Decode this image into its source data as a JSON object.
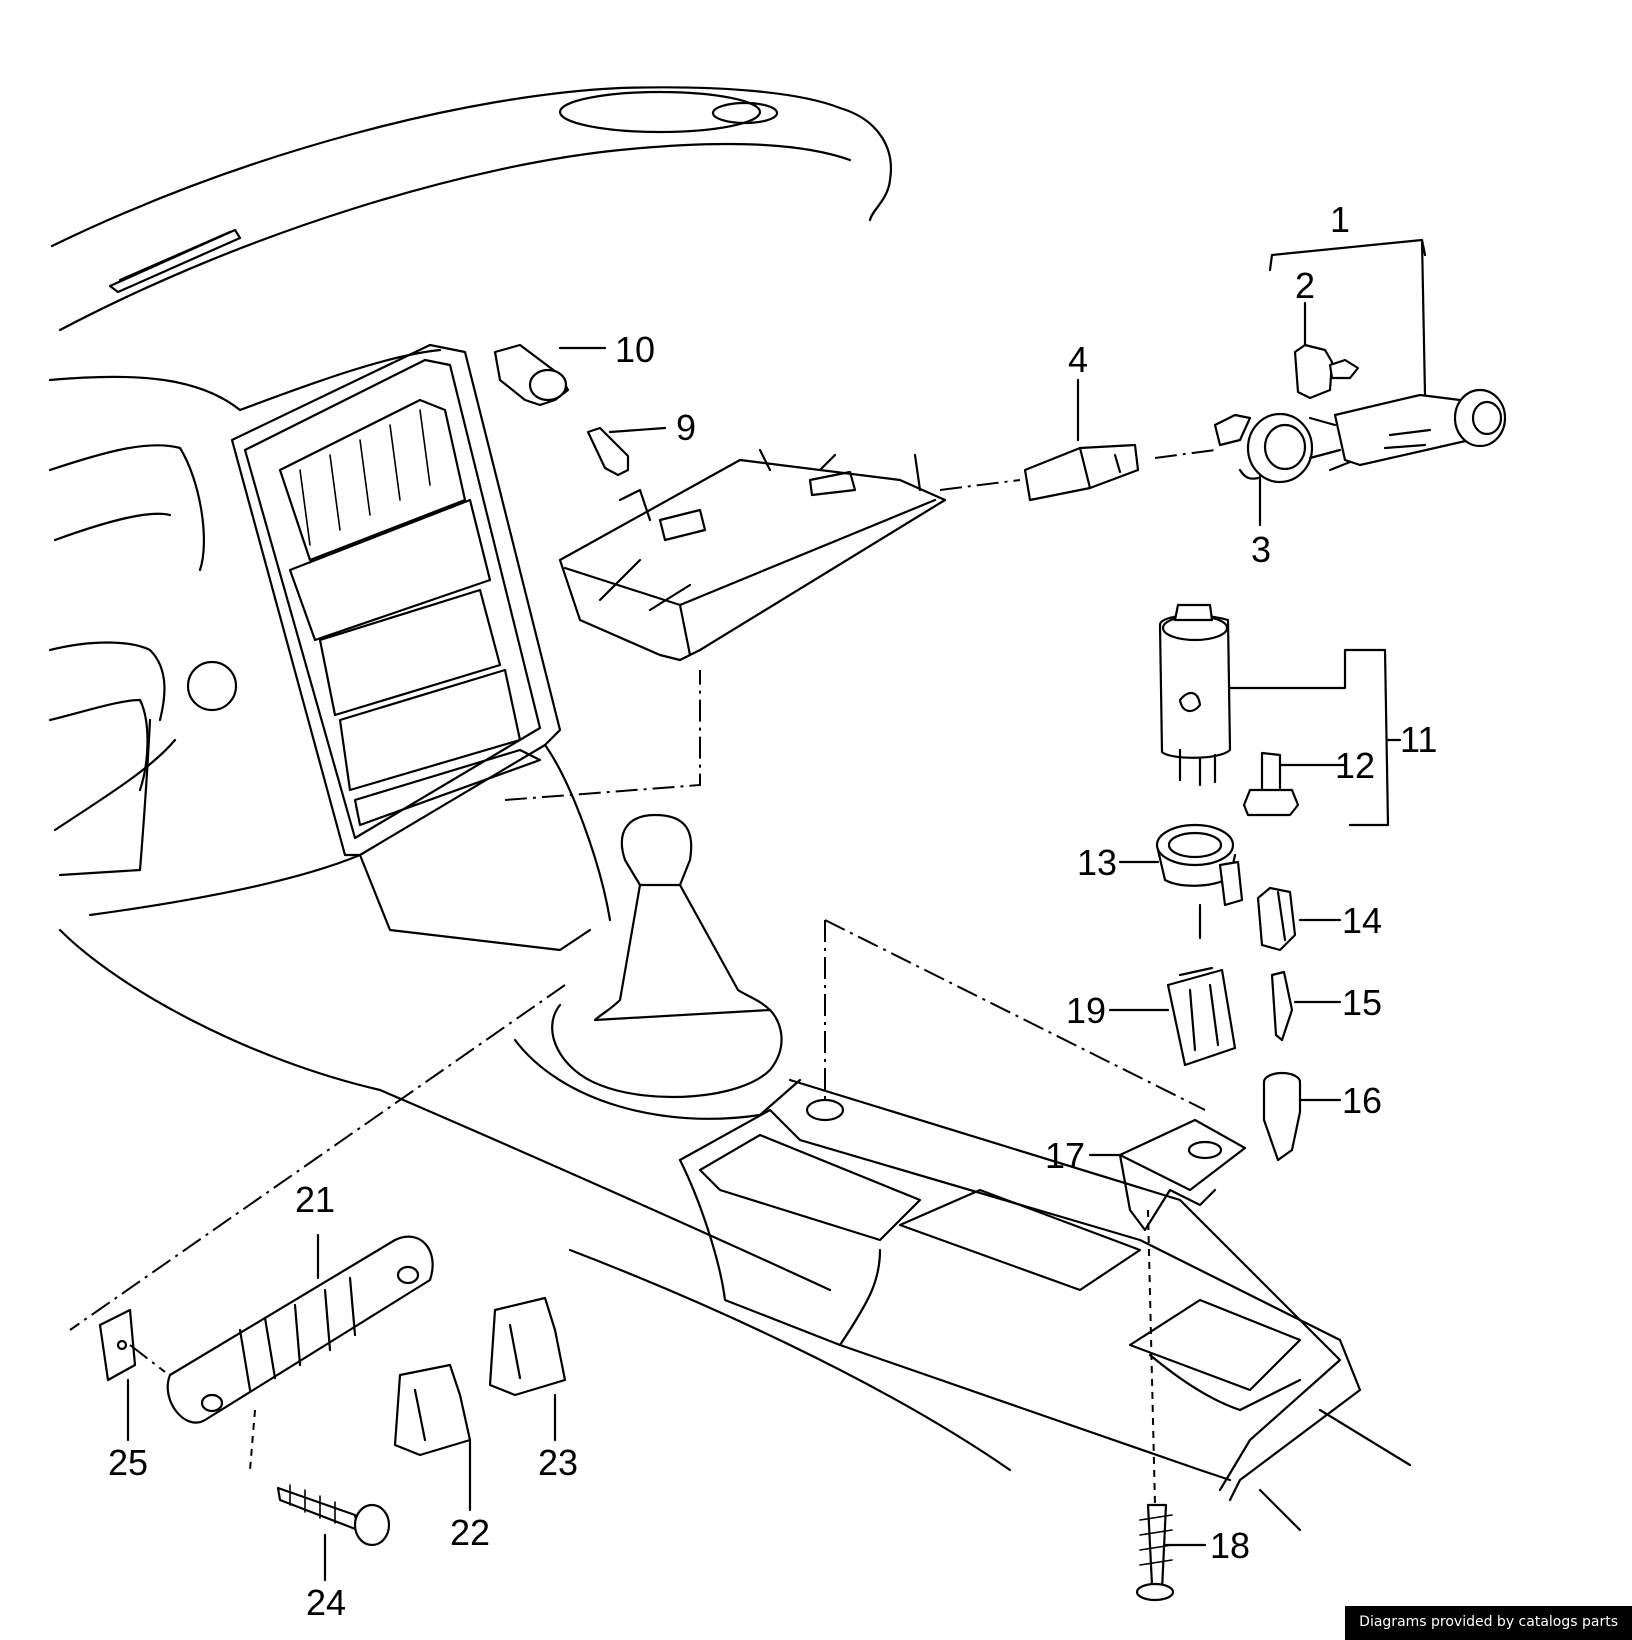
{
  "callouts": [
    {
      "id": "1",
      "text": "1"
    },
    {
      "id": "2",
      "text": "2"
    },
    {
      "id": "3",
      "text": "3"
    },
    {
      "id": "4",
      "text": "4"
    },
    {
      "id": "9",
      "text": "9"
    },
    {
      "id": "10",
      "text": "10"
    },
    {
      "id": "11",
      "text": "11"
    },
    {
      "id": "12",
      "text": "12"
    },
    {
      "id": "13",
      "text": "13"
    },
    {
      "id": "14",
      "text": "14"
    },
    {
      "id": "15",
      "text": "15"
    },
    {
      "id": "16",
      "text": "16"
    },
    {
      "id": "17",
      "text": "17"
    },
    {
      "id": "18",
      "text": "18"
    },
    {
      "id": "19",
      "text": "19"
    },
    {
      "id": "21",
      "text": "21"
    },
    {
      "id": "22",
      "text": "22"
    },
    {
      "id": "23",
      "text": "23"
    },
    {
      "id": "24",
      "text": "24"
    },
    {
      "id": "25",
      "text": "25"
    }
  ],
  "credit": "Diagrams provided by catalogs parts"
}
